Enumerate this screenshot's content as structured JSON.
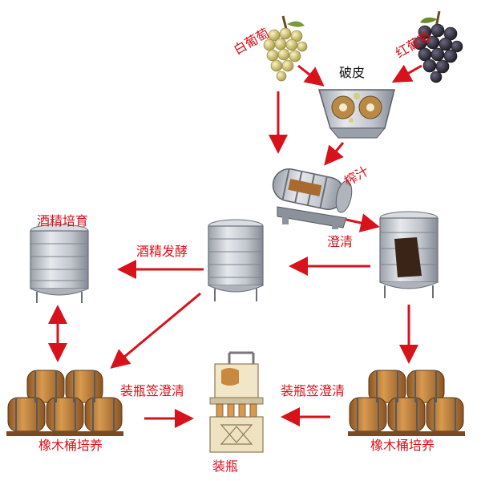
{
  "colors": {
    "label_text": "#d8121b",
    "arrow": "#d8121b",
    "background": "#ffffff",
    "white_grape": "#d8cd7c",
    "red_grape": "#2f2b3b",
    "steel": "#c9cdd4",
    "steel_dark": "#8c929c",
    "barrel_wood": "#c9883f",
    "barrel_dark": "#8a5424",
    "barrel_hoop": "#5a5a5a"
  },
  "labels": {
    "white_grape": "白葡萄",
    "red_grape": "红葡萄",
    "crushing": "破皮",
    "pressing": "榨汁",
    "clarifying": "澄清",
    "alcoholic_fermentation": "酒精发酵",
    "alcohol_aging": "酒精培育",
    "bottling_clarify_left": "装瓶签澄清",
    "bottling_clarify_right": "装瓶签澄清",
    "oak_aging_left": "橡木桶培养",
    "oak_aging_right": "橡木桶培养",
    "bottling": "装瓶"
  },
  "icons": {
    "white_grape": "white-grape-bunch-icon",
    "red_grape": "red-grape-bunch-icon",
    "crusher": "crusher-icon",
    "press": "press-icon",
    "clarify_tank": "clarify-tank-icon",
    "fermentation_tank": "fermentation-tank-icon",
    "aging_tank": "aging-tank-icon",
    "barrels_left": "oak-barrels-icon",
    "barrels_right": "oak-barrels-icon",
    "bottler": "bottling-machine-icon"
  }
}
